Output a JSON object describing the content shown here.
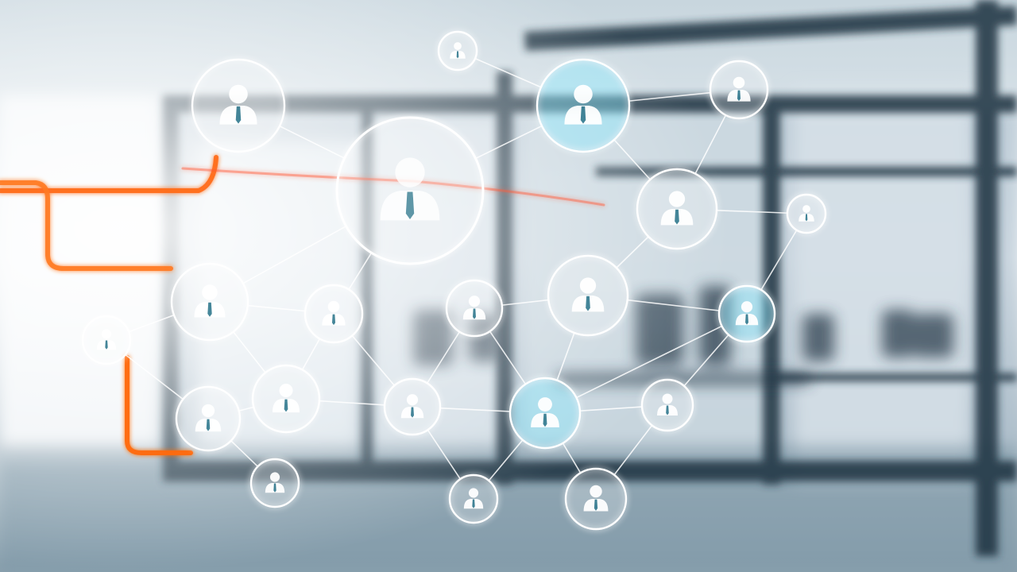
{
  "scene": {
    "subject": "network-of-people-icons",
    "background": "blurred-office-glass-partitions",
    "colors": {
      "sky": "#eef3f6",
      "glass": "#b9cad5",
      "frame": "#1e2d3a",
      "floor": "#9fb3c0",
      "node_line": "#ffffff",
      "accent_orange": "#ff6a1a",
      "accent_glow": "#ffd2a8",
      "cyan_glow": "#7fe9ff"
    }
  },
  "network": {
    "node_icon": "person-with-tie-icon",
    "node_count": 22,
    "link_count": 33
  }
}
